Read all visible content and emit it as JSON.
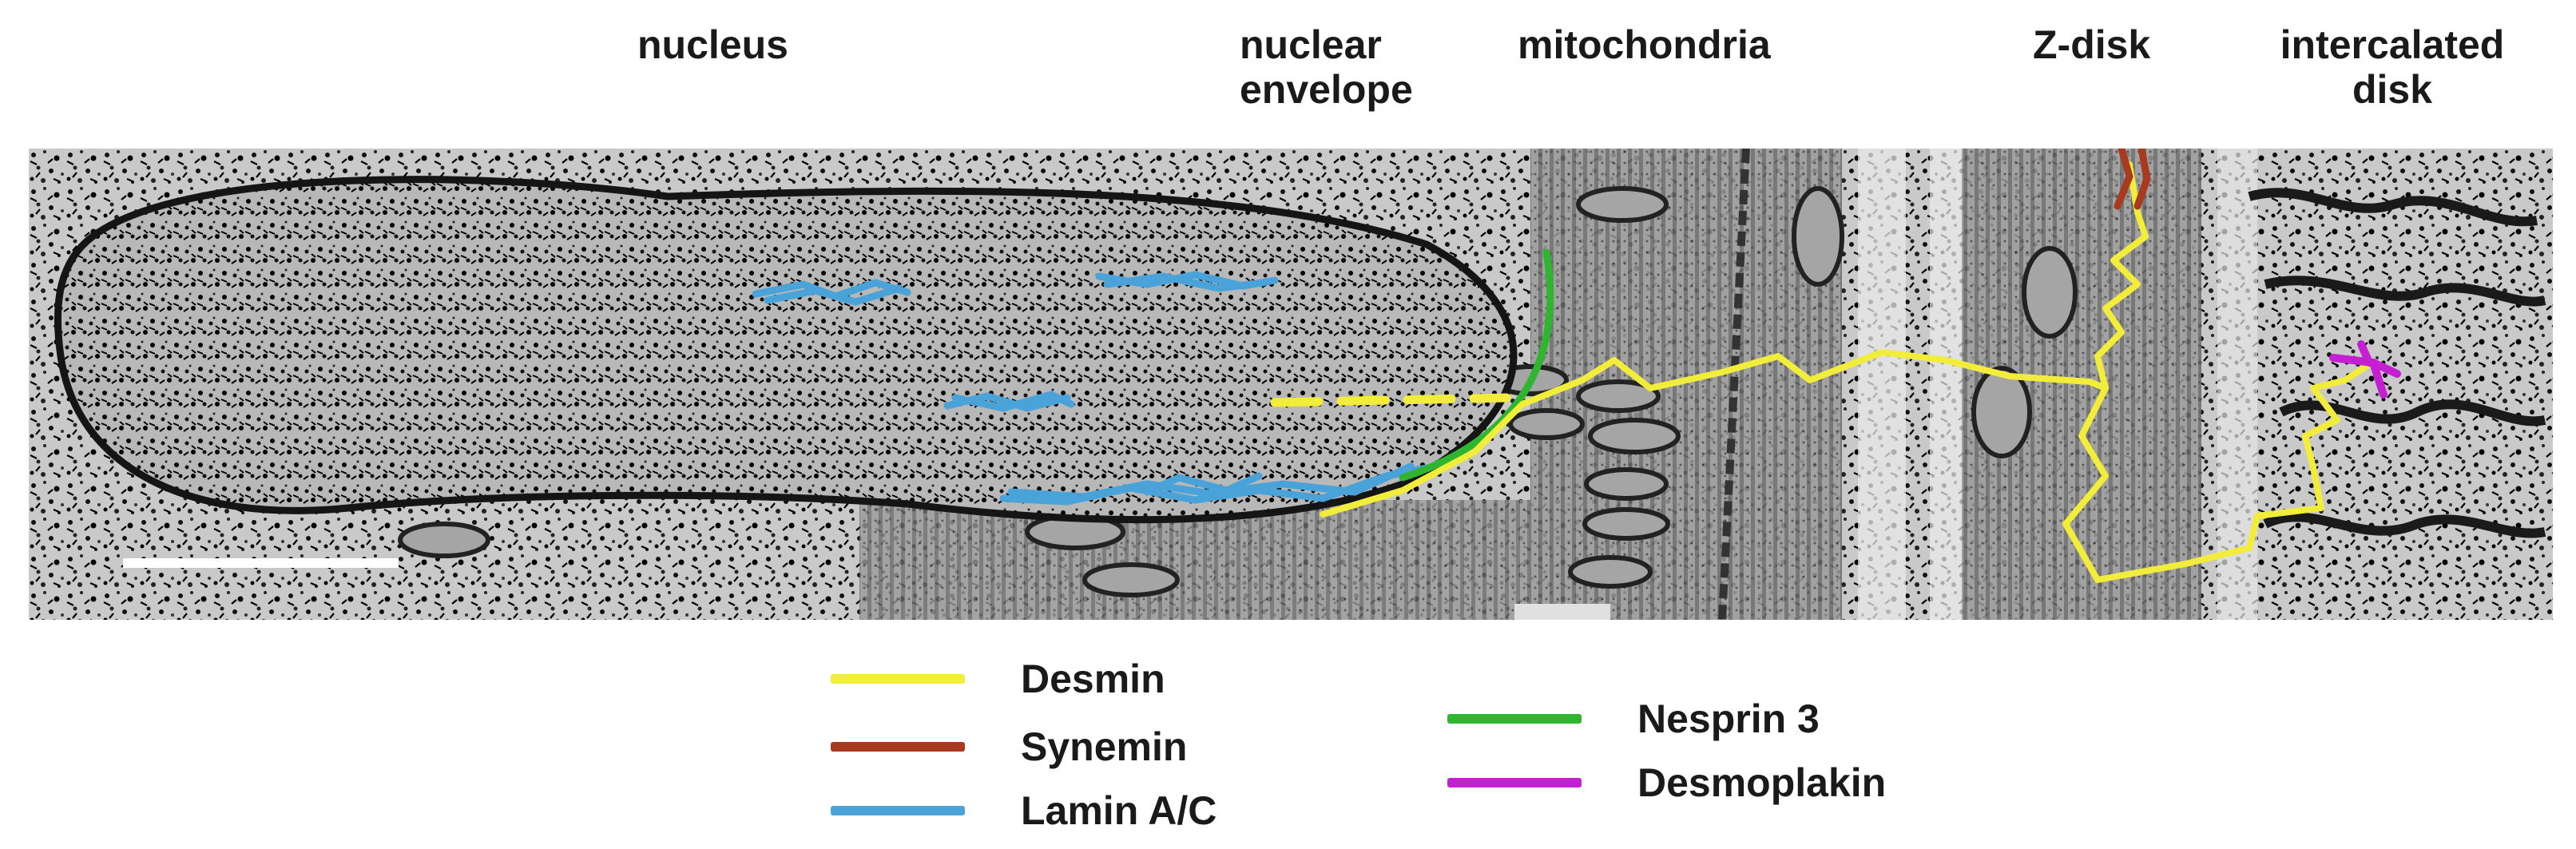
{
  "labels": {
    "nucleus": "nucleus",
    "nuclear_envelope": [
      "nuclear",
      "envelope"
    ],
    "mitochondria": "mitochondria",
    "z_disk": "Z-disk",
    "intercalated_disk": [
      "intercalated",
      "disk"
    ]
  },
  "legend": [
    {
      "label": "Desmin",
      "color": "#f2ec3a"
    },
    {
      "label": "Synemin",
      "color": "#a83a1f"
    },
    {
      "label": "Lamin A/C",
      "color": "#4aa3d8"
    },
    {
      "label": "Nesprin 3",
      "color": "#2fb52f"
    },
    {
      "label": "Desmoplakin",
      "color": "#c41fd1"
    }
  ]
}
